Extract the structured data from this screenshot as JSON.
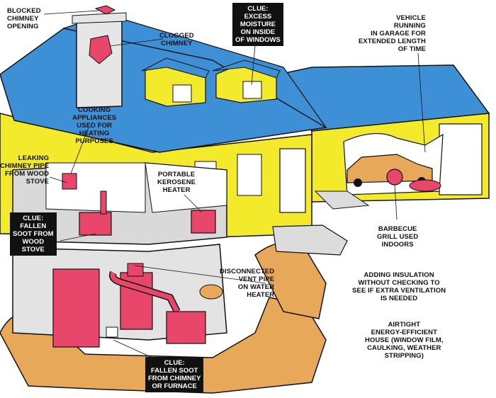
{
  "labels": {
    "blocked_chimney": "BLOCKED\nCHIMNEY\nOPENING",
    "clogged_chimney": "CLOGGED\nCHIMNEY",
    "cooking_appliances": "COOKING\nAPPLIANCES\nUSED FOR\nHEATING\nPURPOSES",
    "leaking_chimney_pipe": "LEAKING\nCHIMNEY PIPE\nFROM WOOD\nSTOVE",
    "portable_heater": "PORTABLE\nKEROSENE\nHEATER",
    "vehicle_garage": "VEHICLE\nRUNNING\nIN GARAGE FOR\nEXTENDED LENGTH\nOF TIME",
    "barbecue": "BARBECUE\nGRILL USED\nINDOORS",
    "disconnected_vent": "DISCONNECTED\nVENT PIPE\nON WATER\nHEATER",
    "insulation": "ADDING INSULATION\nWITHOUT CHECKING TO\nSEE IF EXTRA VENTILATION\nIS NEEDED",
    "airtight": "AIRTIGHT\nENERGY-EFFICIENT\nHOUSE (WINDOW FILM,\nCAULKING, WEATHER\nSTRIPPING)"
  },
  "clues": {
    "moisture": "CLUE:\nEXCESS\nMOISTURE\nON INSIDE\nOF WINDOWS",
    "fallen_soot_stove": "CLUE:\nFALLEN\nSOOT FROM\nWOOD\nSTOVE",
    "fallen_soot_furnace": "CLUE:\nFALLEN SOOT\nFROM CHIMNEY\nOR FURNACE"
  },
  "colors": {
    "roof": "#3d8fd6",
    "siding": "#f2ea2a",
    "appliance": "#e8466a",
    "ground": "#e8a85a",
    "wall_gray": "#d9d9d9",
    "outline": "#111111"
  }
}
